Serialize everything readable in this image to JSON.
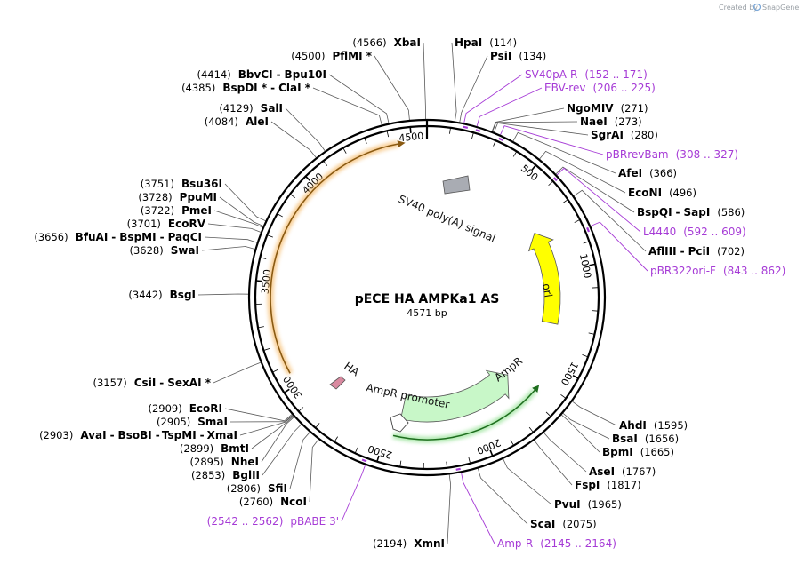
{
  "credit": {
    "prefix": "Created by",
    "brand": "SnapGene"
  },
  "plasmid": {
    "name": "pECE HA AMPKa1 AS",
    "size_label": "4571 bp",
    "length": 4571
  },
  "colors": {
    "primer": "#a63bd6",
    "ori": "#ffff00",
    "ampr": "#c8f7c8",
    "ampr_glow": "#2e9a2e",
    "orf_glow": "#f3a53b",
    "sv40": "#a9acb3",
    "ha": "#d98aa0",
    "backbone": "#000000"
  },
  "ticks": [
    "500",
    "1000",
    "1500",
    "2000",
    "2500",
    "3000",
    "3500",
    "4000",
    "4500"
  ],
  "features": {
    "sv40": "SV40 poly(A) signal",
    "ori": "ori",
    "ampr": "AmpR",
    "ampr_promoter": "AmpR promoter",
    "ha": "HA"
  },
  "labels": [
    {
      "name": "XbaI",
      "pos": "(4566)"
    },
    {
      "name": "HpaI",
      "pos": "(114)"
    },
    {
      "name": "PflMI *",
      "pos": "(4500)"
    },
    {
      "name": "PsiI",
      "pos": "(134)"
    },
    {
      "name": "SV40pA-R",
      "pos": "(152 .. 171)"
    },
    {
      "name": "BbvCI",
      "sep": "-",
      "name2": "Bpu10I",
      "pos": "(4414)"
    },
    {
      "name": "EBV-rev",
      "pos": "(206 .. 225)"
    },
    {
      "name": "BspDI *",
      "sep": "-",
      "name2": "ClaI *",
      "pos": "(4385)"
    },
    {
      "name": "NgoMIV",
      "pos": "(271)"
    },
    {
      "name": "SalI",
      "pos": "(4129)"
    },
    {
      "name": "NaeI",
      "pos": "(273)"
    },
    {
      "name": "AleI",
      "pos": "(4084)"
    },
    {
      "name": "SgrAI",
      "pos": "(280)"
    },
    {
      "name": "pBRrevBam",
      "pos": "(308 .. 327)"
    },
    {
      "name": "AfeI",
      "pos": "(366)"
    },
    {
      "name": "Bsu36I",
      "pos": "(3751)"
    },
    {
      "name": "EcoNI",
      "pos": "(496)"
    },
    {
      "name": "PpuMI",
      "pos": "(3728)"
    },
    {
      "name": "PmeI",
      "pos": "(3722)"
    },
    {
      "name": "BspQI",
      "sep": "-",
      "name2": "SapI",
      "pos": "(586)"
    },
    {
      "name": "EcoRV",
      "pos": "(3701)"
    },
    {
      "name": "L4440",
      "pos": "(592 .. 609)"
    },
    {
      "name": "BfuAI",
      "sep": "-",
      "name2": "BspMI",
      "sep2": "-",
      "name3": "PaqCI",
      "pos": "(3656)"
    },
    {
      "name": "SwaI",
      "pos": "(3628)"
    },
    {
      "name": "AflIII",
      "sep": "-",
      "name2": "PciI",
      "pos": "(702)"
    },
    {
      "name": "pBR322ori-F",
      "pos": "(843 .. 862)"
    },
    {
      "name": "BsgI",
      "pos": "(3442)"
    },
    {
      "name": "CsiI",
      "sep": "-",
      "name2": "SexAI *",
      "pos": "(3157)"
    },
    {
      "name": "AhdI",
      "pos": "(1595)"
    },
    {
      "name": "EcoRI",
      "pos": "(2909)"
    },
    {
      "name": "BsaI",
      "pos": "(1656)"
    },
    {
      "name": "SmaI",
      "pos": "(2905)"
    },
    {
      "name": "AvaI",
      "sep": "-",
      "name2": "BsoBI",
      "sep2": "-",
      "name3": "TspMI",
      "sep3": "-",
      "name4": "XmaI",
      "pos": "(2903)"
    },
    {
      "name": "BpmI",
      "pos": "(1665)"
    },
    {
      "name": "BmtI",
      "pos": "(2899)"
    },
    {
      "name": "AseI",
      "pos": "(1767)"
    },
    {
      "name": "NheI",
      "pos": "(2895)"
    },
    {
      "name": "FspI",
      "pos": "(1817)"
    },
    {
      "name": "BglII",
      "pos": "(2853)"
    },
    {
      "name": "SfiI",
      "pos": "(2806)"
    },
    {
      "name": "PvuI",
      "pos": "(1965)"
    },
    {
      "name": "NcoI",
      "pos": "(2760)"
    },
    {
      "name": "ScaI",
      "pos": "(2075)"
    },
    {
      "name": "pBABE 3'",
      "pos": "(2542 .. 2562)"
    },
    {
      "name": "XmnI",
      "pos": "(2194)"
    },
    {
      "name": "Amp-R",
      "pos": "(2145 .. 2164)"
    }
  ]
}
